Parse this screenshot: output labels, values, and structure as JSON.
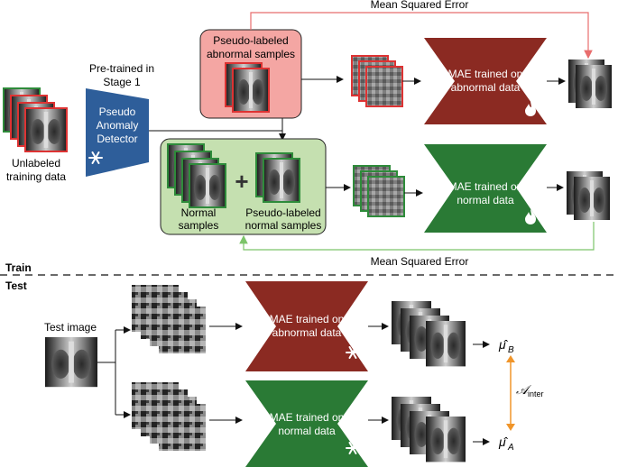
{
  "labels": {
    "mse_top": "Mean Squared Error",
    "mse_bottom": "Mean Squared Error",
    "pretrained_l1": "Pre-trained in",
    "pretrained_l2": "Stage 1",
    "detector_l1": "Pseudo",
    "detector_l2": "Anomaly",
    "detector_l3": "Detector",
    "unlabeled_l1": "Unlabeled",
    "unlabeled_l2": "training data",
    "pseudo_abn_l1": "Pseudo-labeled",
    "pseudo_abn_l2": "abnormal samples",
    "normal_l1": "Normal",
    "normal_l2": "samples",
    "pseudo_norm_l1": "Pseudo-labeled",
    "pseudo_norm_l2": "normal samples",
    "plus": "+",
    "mae_abn_train_l1": "MAE trained on",
    "mae_abn_train_l2": "abnormal data",
    "mae_norm_train_l1": "MAE trained on",
    "mae_norm_train_l2": "normal data",
    "train": "Train",
    "test": "Test",
    "test_image": "Test image",
    "mae_abn_test_l1": "MAE trained on",
    "mae_abn_test_l2": "abnormal data",
    "mae_norm_test_l1": "MAE trained on",
    "mae_norm_test_l2": "normal data",
    "mu_b": "μ̂",
    "mu_b_sub": "B",
    "mu_a": "μ̂",
    "mu_a_sub": "A",
    "a_inter": "𝒜",
    "a_inter_sub": "inter"
  },
  "icons": {
    "snowflake": "snowflake-icon",
    "fire": "fire-icon"
  },
  "colors": {
    "mae_abnormal": "#8b2a22",
    "mae_normal": "#2a7a35",
    "detector": "#2e5e9a",
    "pink_box": "#f4a6a3",
    "green_box": "#c5e0b0",
    "red_line": "#e86d6d",
    "green_line": "#7cc46a",
    "orange": "#f0952a"
  }
}
